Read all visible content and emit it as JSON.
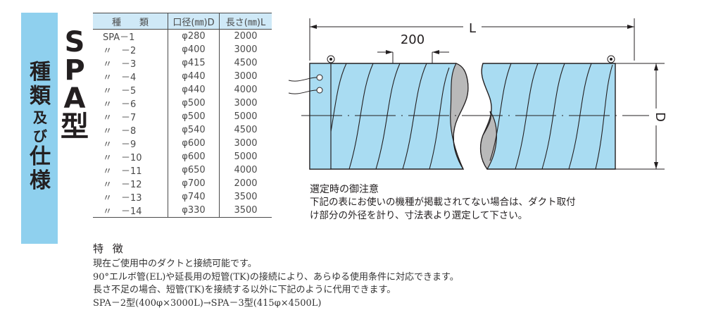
{
  "side": {
    "title_char1": "種",
    "title_char2": "類",
    "title_small": "及び",
    "title_char3": "仕",
    "title_char4": "様",
    "model_chars": [
      "S",
      "P",
      "A",
      "型"
    ]
  },
  "table": {
    "headers": [
      "種　　類",
      "口径(㎜)D",
      "長さ(㎜)L"
    ],
    "rows": [
      [
        "SPA－1",
        "φ280",
        "2000"
      ],
      [
        "〃　－2",
        "φ400",
        "3000"
      ],
      [
        "〃　－3",
        "φ415",
        "4500"
      ],
      [
        "〃　－4",
        "φ440",
        "3000"
      ],
      [
        "〃　－5",
        "φ440",
        "4000"
      ],
      [
        "〃　－6",
        "φ500",
        "3000"
      ],
      [
        "〃　－7",
        "φ500",
        "5000"
      ],
      [
        "〃　－8",
        "φ540",
        "4500"
      ],
      [
        "〃　－9",
        "φ600",
        "3000"
      ],
      [
        "〃　－10",
        "φ600",
        "5000"
      ],
      [
        "〃　－11",
        "φ650",
        "4000"
      ],
      [
        "〃　－12",
        "φ700",
        "2000"
      ],
      [
        "〃　－13",
        "φ740",
        "3500"
      ],
      [
        "〃　－14",
        "φ330",
        "3500"
      ]
    ]
  },
  "diagram": {
    "dim_length": "L",
    "dim_pitch": "200",
    "dim_diameter": "D",
    "colors": {
      "duct": "#a9dcf2",
      "cut": "#b9b9b9",
      "line": "#231f20"
    }
  },
  "notes": {
    "title": "選定時の御注意",
    "line1": "下記の表にお使いの機種が掲載されてない場合は、ダクト取付",
    "line2": "け部分の外径を計り、寸法表より選定して下さい。"
  },
  "features": {
    "heading": "特 徴",
    "lines": [
      "現在ご使用中のダクトと接続可能です。",
      "90°エルボ管(EL)や延長用の短管(TK)の接続により、あらゆる使用条件に対応できます。",
      "長さ不足の場合、短管(TK)を接続する以外に下記のように代用できます。",
      "SPA－2型(400φ×3000L)→SPA－3型(415φ×4500L)"
    ]
  }
}
